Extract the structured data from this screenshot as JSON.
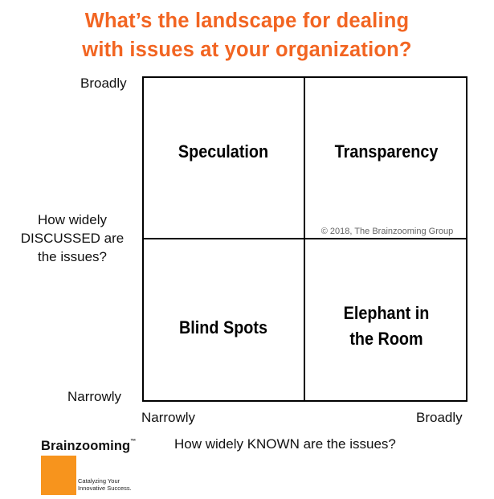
{
  "title": {
    "line1": "What’s the landscape for dealing",
    "line2": "with issues at your organization?",
    "color": "#f26522"
  },
  "y_axis": {
    "top_label": "Broadly",
    "bottom_label": "Narrowly",
    "title_lines": [
      "How widely",
      "DISCUSSED are",
      "the issues?"
    ]
  },
  "x_axis": {
    "left_label": "Narrowly",
    "right_label": "Broadly",
    "title": "How widely KNOWN are the issues?"
  },
  "quadrants": {
    "top_left": "Speculation",
    "top_right": "Transparency",
    "bottom_left": "Blind Spots",
    "bottom_right_lines": [
      "Elephant in",
      "the Room"
    ]
  },
  "copyright": "© 2018, The Brainzooming Group",
  "logo": {
    "name": "Brainzooming",
    "trademark": "™",
    "tagline_lines": [
      "Catalyzing Your",
      "Innovative Success."
    ],
    "color": "#f7941d"
  }
}
